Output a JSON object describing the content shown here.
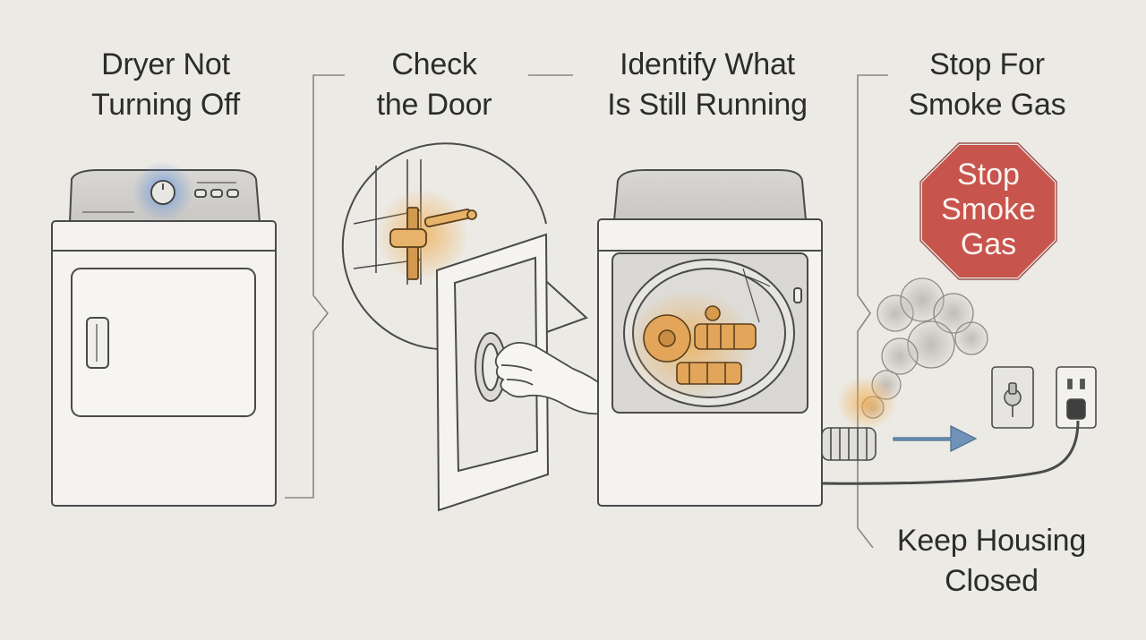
{
  "steps": [
    {
      "title": "Dryer Not\nTurning Off"
    },
    {
      "title": "Check\nthe Door"
    },
    {
      "title": "Identify What\nIs Still Running"
    },
    {
      "title": "Stop For\nSmoke Gas"
    }
  ],
  "stop_sign": {
    "text": "Stop\nSmoke\nGas"
  },
  "footer_note": {
    "text": "Keep Housing\nClosed"
  },
  "colors": {
    "background": "#eceae5",
    "ink": "#2c2c2c",
    "highlight_orange": "#e9a24a",
    "highlight_blue": "#5b8fd8",
    "stop_red": "#c7544d",
    "arrow_blue": "#6f93b8"
  },
  "icons": [
    "dryer-icon",
    "door-latch-icon",
    "hand-icon",
    "motor-icon",
    "stop-sign-icon",
    "smoke-icon",
    "gas-valve-icon",
    "power-outlet-icon",
    "arrow-right-icon"
  ]
}
